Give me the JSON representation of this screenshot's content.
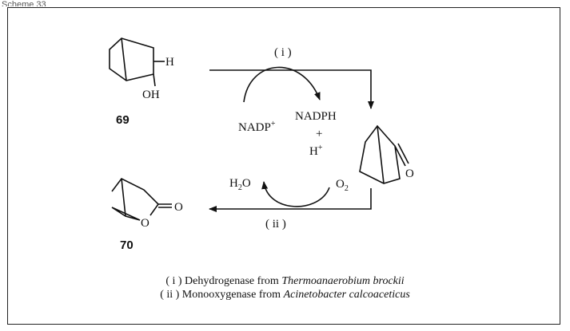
{
  "scheme_label": "Scheme 33",
  "compounds": {
    "c69": {
      "number": "69",
      "oh": "OH",
      "h": "H"
    },
    "ketone": {
      "o": "O"
    },
    "c70": {
      "number": "70",
      "ring_o": "O",
      "carbonyl_o": "O"
    }
  },
  "steps": {
    "step1": "( i )",
    "step2": "( ii )"
  },
  "cofactors": {
    "nadp": "NADP",
    "nadp_charge": "+",
    "nadph": "NADPH",
    "plus": "+",
    "h": "H",
    "h_charge": "+",
    "water_h": "H",
    "water_sub": "2",
    "water_o": "O",
    "oxygen_o": "O",
    "oxygen_sub": "2"
  },
  "notes": {
    "note1": {
      "prefix": "( i ) Dehydrogenase from ",
      "organism": "Thermoanaerobium brockii"
    },
    "note2": {
      "prefix": "( ii ) Monooxygenase from ",
      "organism": "Acinetobacter calcoaceticus"
    }
  }
}
